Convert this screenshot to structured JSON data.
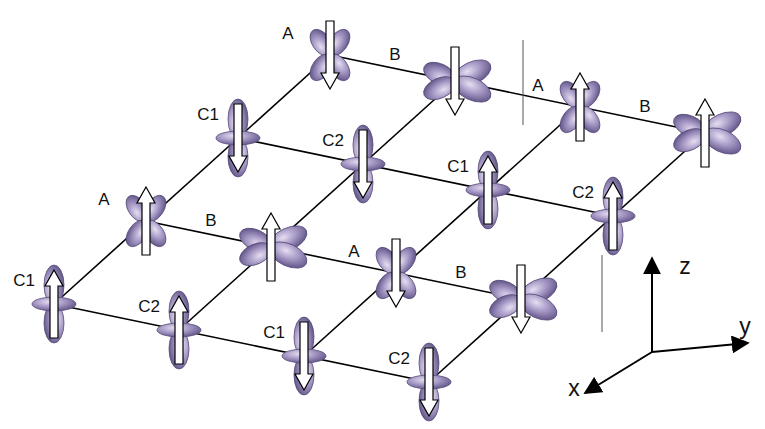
{
  "diagram": {
    "labels": [
      "A",
      "B",
      "A",
      "B",
      "C1",
      "C2",
      "C1",
      "C2",
      "A",
      "B",
      "A",
      "B",
      "C1",
      "C2",
      "C1",
      "C2",
      "z",
      "y",
      "x"
    ]
  }
}
